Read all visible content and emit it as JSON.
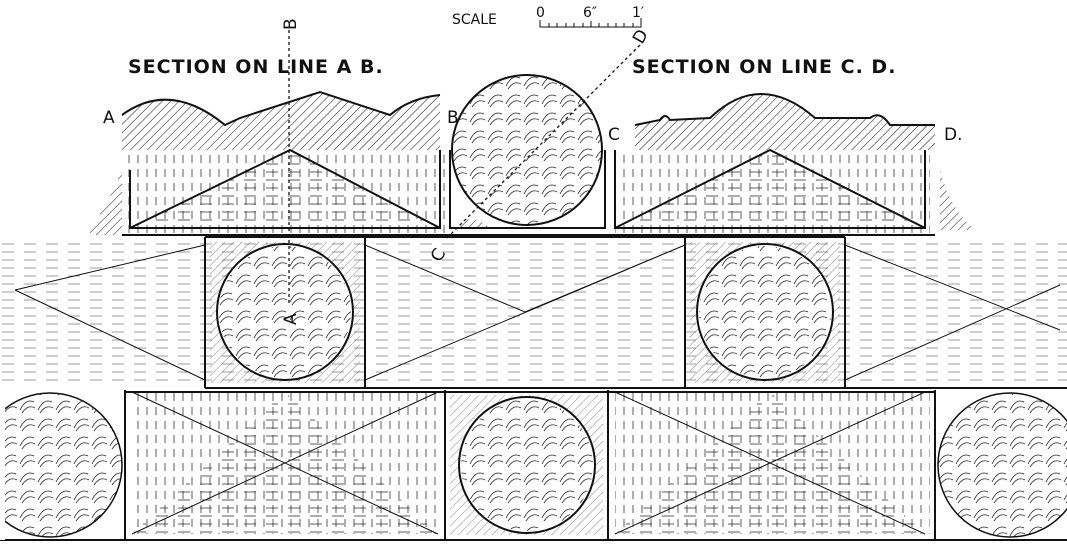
{
  "scale": {
    "label": "SCALE",
    "zero": "0",
    "mid": "6″",
    "end": "1′"
  },
  "titles": {
    "ab": "SECTION ON LINE  A  B.",
    "cd": "SECTION ON LINE  C. D."
  },
  "labels": {
    "a": "A",
    "b": "B",
    "c": "C",
    "d": "D.",
    "line_b": "B",
    "line_a": "A",
    "line_c": "C",
    "line_d": "D"
  }
}
